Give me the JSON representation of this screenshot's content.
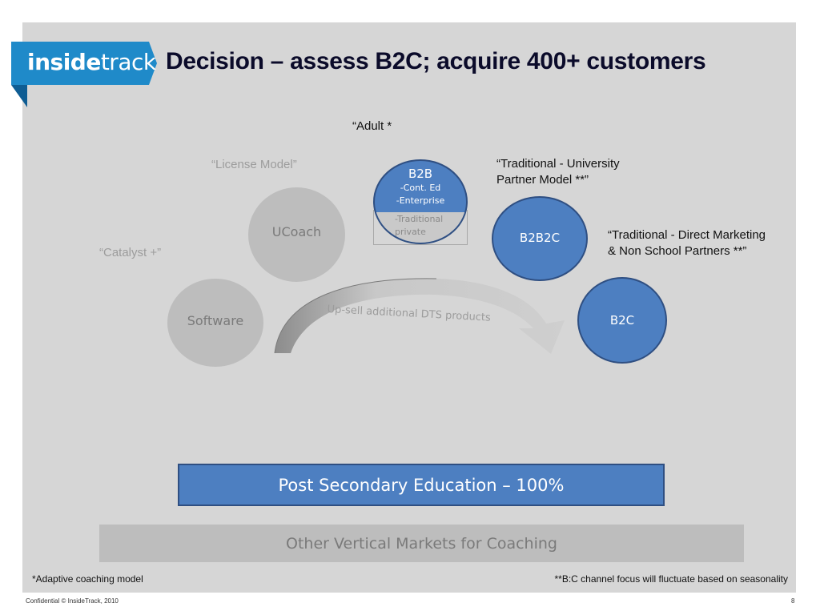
{
  "brand": {
    "logo_part1": "inside",
    "logo_part2": "track",
    "logo_color": "#1f8ac9",
    "logo_shadow_color": "#0f5d93"
  },
  "slide": {
    "title": "Decision – assess B2C; acquire 400+ customers"
  },
  "labels": {
    "adult": "“Adult *",
    "license_model": "“License Model”",
    "catalyst": "“Catalyst +”",
    "traditional_university": "“Traditional - University Partner Model **”",
    "traditional_direct": "“Traditional - Direct Marketing & Non School Partners **”"
  },
  "circles": {
    "ucoach": "UCoach",
    "software": "Software",
    "b2b": {
      "title": "B2B",
      "line1": "-Cont. Ed",
      "line2": "-Enterprise",
      "line3": "-Traditional",
      "line4": "private"
    },
    "b2b2c": "B2B2C",
    "b2c": "B2C"
  },
  "arrow": {
    "label": "Up-sell additional DTS products"
  },
  "boxes": {
    "post_secondary": "Post Secondary Education – 100%",
    "other_vertical": "Other Vertical Markets for Coaching"
  },
  "footnotes": {
    "left": "*Adaptive coaching model",
    "right": "**B:C channel focus will fluctuate based on seasonality"
  },
  "footer": {
    "left": "Confidential   © InsideTrack, 2010",
    "page_number": "8"
  },
  "colors": {
    "slide_background": "#d6d6d6",
    "blue_fill": "#4d7fc1",
    "blue_border": "#2f4f82",
    "gray_fill": "#bdbdbd",
    "gray_text": "#7a7a7a"
  }
}
